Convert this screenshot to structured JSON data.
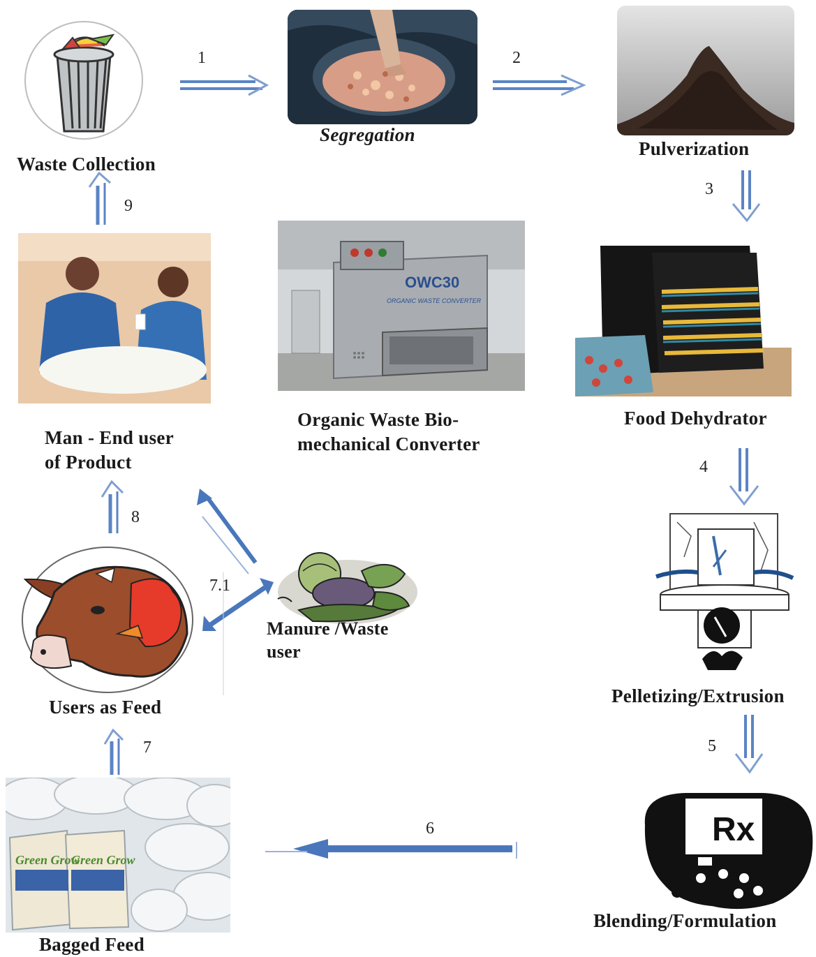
{
  "nodes": {
    "waste_collection": "Waste Collection",
    "segregation": "Segregation",
    "pulverization": "Pulverization",
    "food_dehydrator": "Food Dehydrator",
    "pelletizing": "Pelletizing/Extrusion",
    "blending": "Blending/Formulation",
    "bagged_feed": "Bagged Feed",
    "users_as_feed": "Users as Feed",
    "end_user_line1": "Man - End user",
    "end_user_line2": "of Product",
    "manure_line1": "Manure /Waste",
    "manure_line2": "user",
    "converter_line1": "Organic Waste Bio-",
    "converter_line2": "mechanical Converter"
  },
  "steps": {
    "s1": "1",
    "s2": "2",
    "s3": "3",
    "s4": "4",
    "s5": "5",
    "s6": "6",
    "s7": "7",
    "s7_1": "7.1",
    "s8": "8",
    "s9": "9"
  },
  "machine_text": {
    "model": "OWC30",
    "caption": "ORGANIC WASTE CONVERTER"
  },
  "bag_text": "Green Grow",
  "rx_text": "Rx",
  "colors": {
    "arrow": "#5b84c4",
    "arrow_dark": "#3d6bb3",
    "text": "#1a1a1a"
  }
}
